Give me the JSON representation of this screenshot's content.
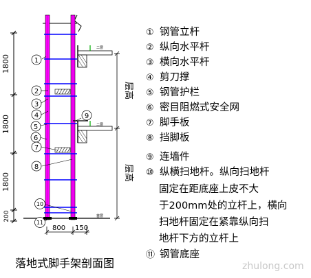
{
  "dimensions": {
    "heights": [
      "1800",
      "1800",
      "1800",
      "200"
    ],
    "widths": [
      "800",
      "150"
    ]
  },
  "floor_labels": [
    "层高",
    "层高"
  ],
  "slab_tags": [
    "二层",
    "二层",
    "首层"
  ],
  "callouts": [
    "1",
    "2",
    "3",
    "4",
    "5",
    "6",
    "7",
    "8",
    "9",
    "10",
    "11"
  ],
  "legend": [
    {
      "num": "①",
      "text": "钢管立杆"
    },
    {
      "num": "②",
      "text": "纵向水平杆"
    },
    {
      "num": "③",
      "text": "横向水平杆"
    },
    {
      "num": "④",
      "text": "剪刀撑"
    },
    {
      "num": "⑤",
      "text": "钢管护栏"
    },
    {
      "num": "⑥",
      "text": "密目阻燃式安全网"
    },
    {
      "num": "⑦",
      "text": "脚手板"
    },
    {
      "num": "⑧",
      "text": "挡脚板"
    },
    {
      "num": "⑨",
      "text": "连墙件"
    },
    {
      "num": "⑩",
      "text": "纵横扫地杆。纵向扫地杆"
    }
  ],
  "note_lines": [
    "固定在距底座上皮不大",
    "于200mm处的立杆上，横向",
    "扫地杆固定在紧靠纵向扫",
    "地杆下方的立杆上"
  ],
  "legend_last": {
    "num": "⑪",
    "text": "钢管底座"
  },
  "caption": "落地式脚手架剖面图",
  "watermark": "zhulong.com"
}
